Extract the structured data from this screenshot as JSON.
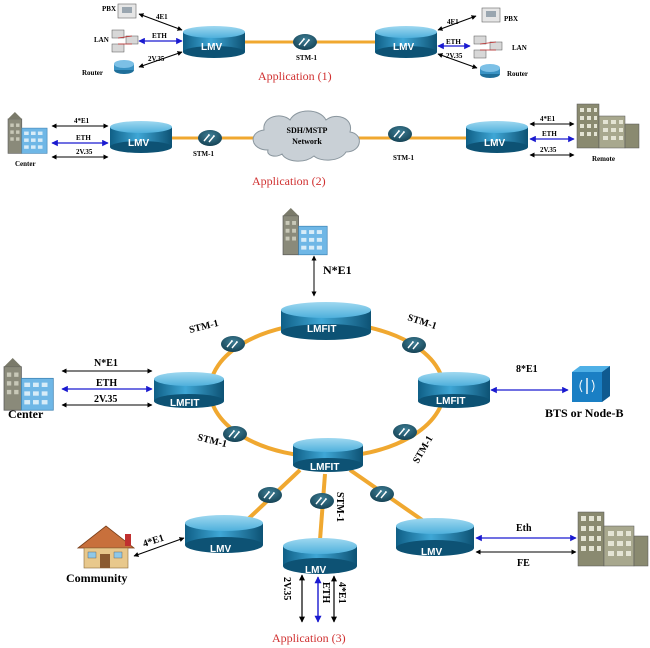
{
  "app1": {
    "caption": "Application (1)",
    "left_node": "LMV",
    "right_node": "LMV",
    "link": "STM-1",
    "left_links": [
      "4E1",
      "ETH",
      "2V.35"
    ],
    "right_links": [
      "4E1",
      "ETH",
      "2V.35"
    ],
    "left_devices": [
      "PBX",
      "LAN",
      "Router"
    ],
    "right_devices": [
      "PBX",
      "LAN",
      "Router"
    ]
  },
  "app2": {
    "caption": "Application (2)",
    "left_node": "LMV",
    "right_node": "LMV",
    "cloud": "SDH/MSTP\nNetwork",
    "link_left": "STM-1",
    "link_right": "STM-1",
    "left_links": [
      "4*E1",
      "ETH",
      "2V.35"
    ],
    "right_links": [
      "4*E1",
      "ETH",
      "2V.35"
    ],
    "left_site": "Center",
    "right_site": "Remote"
  },
  "app3": {
    "caption": "Application (3)",
    "top_link": "N*E1",
    "ring_nodes": {
      "top": "LMFIT",
      "left": "LMFIT",
      "right": "LMFIT",
      "bottom": "LMFIT"
    },
    "ring_links": {
      "top_left": "STM-1",
      "top_right": "STM-1",
      "bottom_left": "STM-1",
      "bottom_right": "STM-1"
    },
    "center_links": [
      "N*E1",
      "ETH",
      "2V.35"
    ],
    "center_site": "Center",
    "bts_link": "8*E1",
    "bts_site": "BTS or Node-B",
    "branch_link": "STM-1",
    "lmv_left": "LMV",
    "lmv_mid": "LMV",
    "lmv_right": "LMV",
    "community_link": "4*E1",
    "community_site": "Community",
    "bottom_links": [
      "2V.35",
      "ETH",
      "4*E1"
    ],
    "right_links": [
      "Eth",
      "FE"
    ]
  }
}
